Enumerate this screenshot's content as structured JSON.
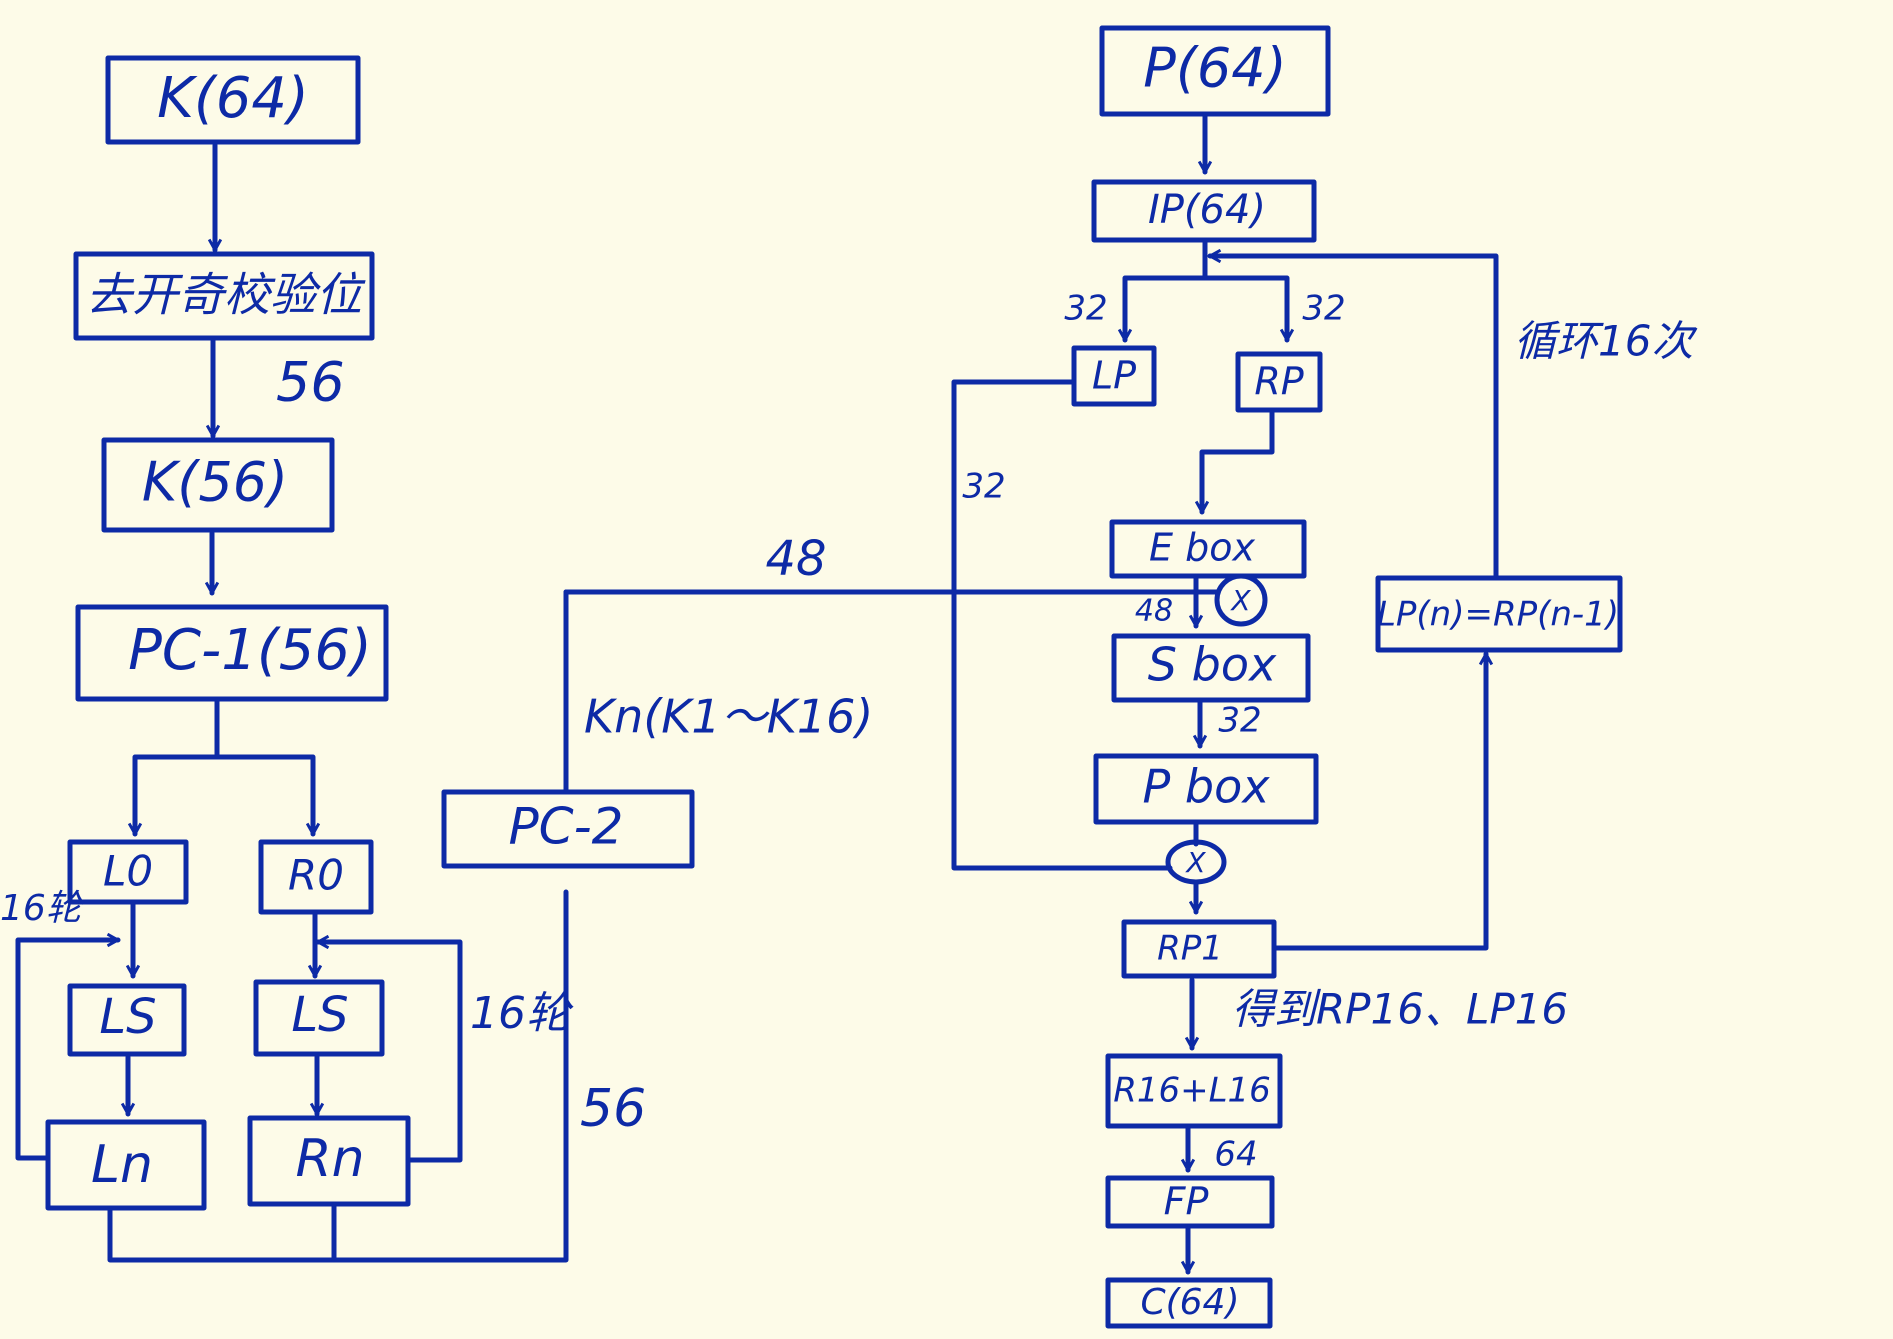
{
  "colors": {
    "ink": "#0d2aa6",
    "paper": "#fdfbe8"
  },
  "key_schedule": {
    "k64": "K(64)",
    "drop_parity": "去开奇校验位",
    "bits_56_a": "56",
    "k56": "K(56)",
    "pc1": "PC-1(56)",
    "l0": "L0",
    "r0": "R0",
    "ls_left": "LS",
    "ls_right": "LS",
    "ln": "Ln",
    "rn": "Rn",
    "rounds_left": "16轮",
    "rounds_right": "16轮",
    "pc2": "PC-2",
    "bits_56_b": "56",
    "subkeys": "Kn(K1～K16)",
    "bits_48": "48"
  },
  "encryption": {
    "p64": "P(64)",
    "ip": "IP(64)",
    "lp": "LP",
    "rp": "RP",
    "bits_32_l": "32",
    "bits_32_r": "32",
    "bits_32_side": "32",
    "ebox": "E box",
    "xor_symbol": "X",
    "bits_48_in": "48",
    "sbox": "S box",
    "bits_32_out": "32",
    "pbox": "P box",
    "rp1": "RP1",
    "lp_update": "LP(n)=RP(n-1)",
    "loop_note": "循环16次",
    "result_note": "得到RP16、LP16",
    "swap": "R16+L16",
    "bits_64": "64",
    "fp": "FP",
    "c64": "C(64)"
  }
}
